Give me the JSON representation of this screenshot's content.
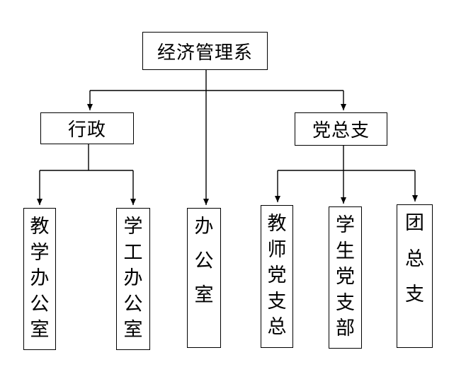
{
  "root": {
    "label": "经济管理系"
  },
  "branches": {
    "admin": {
      "label": "行政"
    },
    "party": {
      "label": "党总支"
    }
  },
  "leaves": {
    "teaching_office": {
      "label": "教学办公室",
      "chars": [
        "教",
        "学",
        "办",
        "公",
        "室"
      ]
    },
    "student_office": {
      "label": "学工办公室",
      "chars": [
        "学",
        "工",
        "办",
        "公",
        "室"
      ]
    },
    "office": {
      "label": "办公室",
      "chars": [
        "办",
        "公",
        "室"
      ]
    },
    "teacher_party_branch": {
      "label": "教师党支总",
      "chars": [
        "教",
        "师",
        "党",
        "支",
        "总"
      ]
    },
    "student_party_branch": {
      "label": "学生党支部",
      "chars": [
        "学",
        "生",
        "党",
        "支",
        "部"
      ]
    },
    "league_branch": {
      "label": "团总支",
      "chars": [
        "团",
        "总",
        "支"
      ]
    }
  },
  "colors": {
    "line": "#000000",
    "box_border": "#000000",
    "background": "#ffffff",
    "text": "#000000"
  }
}
